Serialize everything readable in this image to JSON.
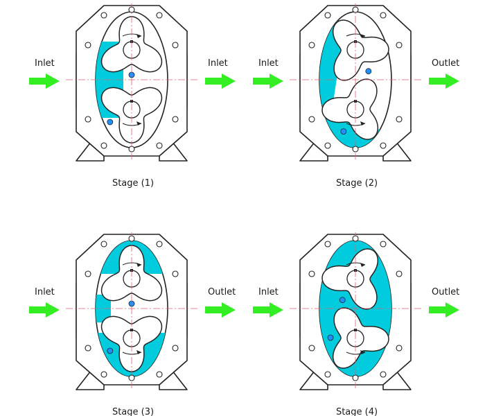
{
  "colors": {
    "fluid": "#00ccdd",
    "arrow": "#33ee22",
    "dot": "#1e90ff",
    "outline": "#222222",
    "centerline": "#e06070"
  },
  "stages": [
    {
      "caption": "Stage (1)",
      "left_label": "Inlet",
      "right_label": "Inlet"
    },
    {
      "caption": "Stage (2)",
      "left_label": "Inlet",
      "right_label": "Outlet"
    },
    {
      "caption": "Stage (3)",
      "left_label": "Inlet",
      "right_label": "Outlet"
    },
    {
      "caption": "Stage (4)",
      "left_label": "Inlet",
      "right_label": "Outlet"
    }
  ]
}
